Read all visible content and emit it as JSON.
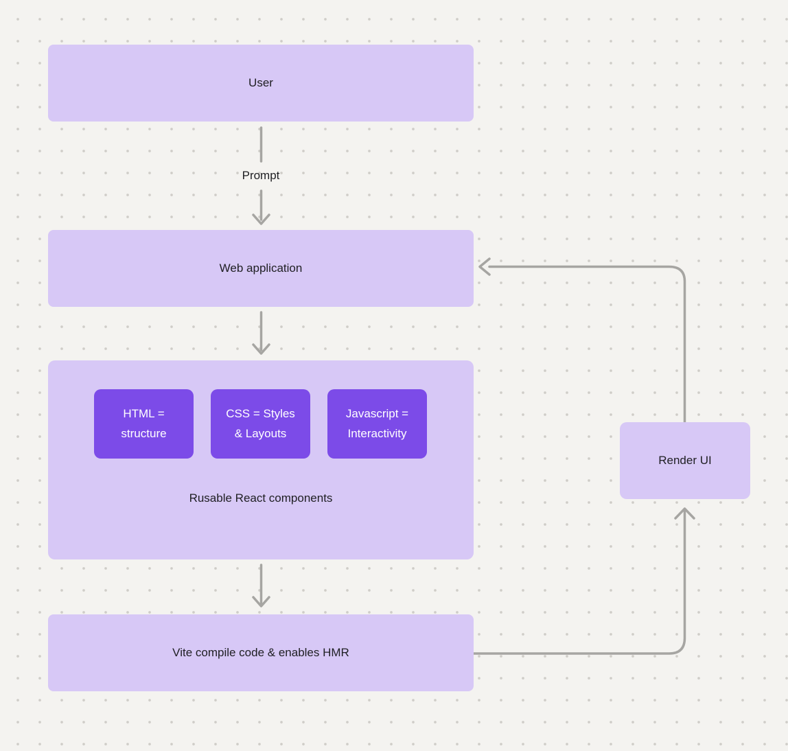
{
  "diagram": {
    "nodes": {
      "user": {
        "label": "User"
      },
      "web_application": {
        "label": "Web application"
      },
      "components_group": {
        "label": "Rusable React components",
        "children": [
          {
            "label": "HTML = structure"
          },
          {
            "label": "CSS = Styles & Layouts"
          },
          {
            "label": "Javascript = Interactivity"
          }
        ]
      },
      "vite": {
        "label": "Vite compile code & enables HMR"
      },
      "render_ui": {
        "label": "Render UI"
      }
    },
    "edges": {
      "prompt": {
        "label": "Prompt",
        "from": "user",
        "to": "web_application"
      },
      "web_to_components": {
        "from": "web_application",
        "to": "components_group"
      },
      "components_to_vite": {
        "from": "components_group",
        "to": "vite"
      },
      "vite_to_render": {
        "from": "vite",
        "to": "render_ui"
      },
      "render_to_web": {
        "from": "render_ui",
        "to": "web_application"
      }
    }
  },
  "colors": {
    "background": "#f4f3f0",
    "dot": "#cfcdc8",
    "node_fill": "#d7c8f6",
    "accent_fill": "#7c4be8",
    "node_text": "#202024",
    "accent_text": "#ffffff",
    "arrow": "#a6a5a2"
  }
}
